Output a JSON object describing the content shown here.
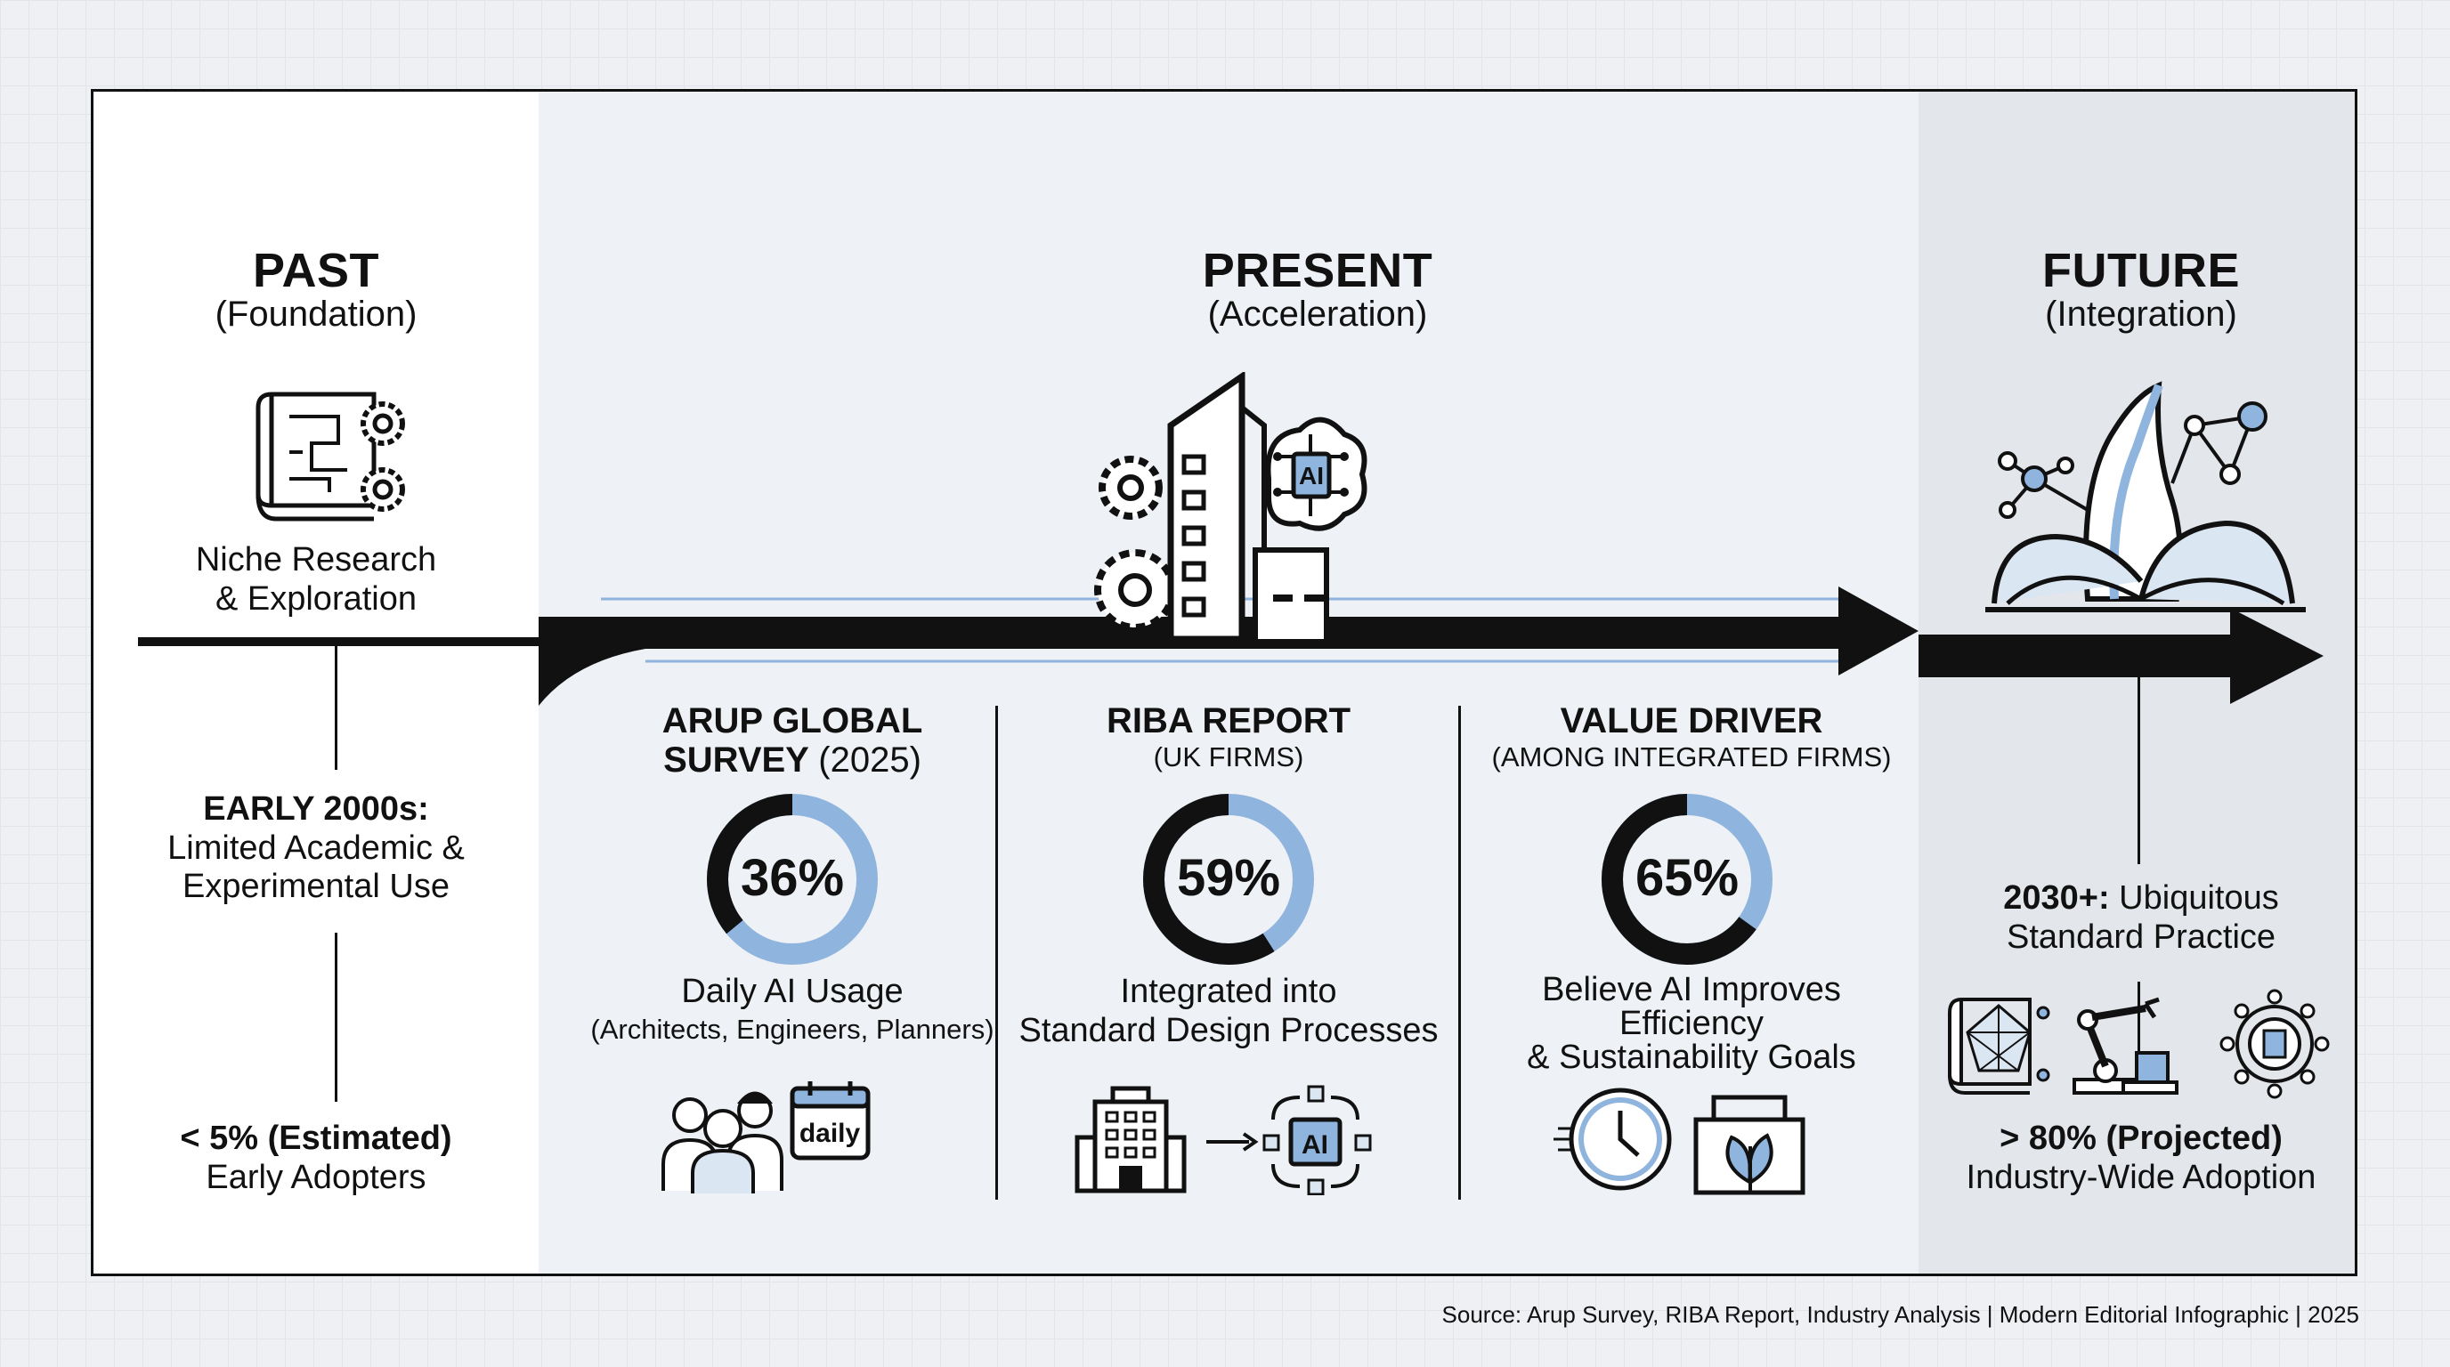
{
  "past": {
    "title": "PAST",
    "subtitle": "(Foundation)",
    "description": [
      "Niche Research",
      "& Exploration"
    ],
    "milestone_bold": "EARLY 2000s:",
    "milestone_lines": [
      "Limited Academic &",
      "Experimental Use"
    ],
    "stat_bold": "< 5% (Estimated)",
    "stat_label": "Early Adopters"
  },
  "present": {
    "title": "PRESENT",
    "subtitle": "(Acceleration)",
    "icon_badge": "AI",
    "stats": [
      {
        "heading_lines": [
          "ARUP GLOBAL",
          "SURVEY"
        ],
        "heading_suffix": "(2025)",
        "value": 36,
        "value_label": "36%",
        "caption": "Daily AI Usage",
        "caption_sub": "(Architects, Engineers, Planners)",
        "icon_text": "daily"
      },
      {
        "heading": "RIBA REPORT",
        "heading_sub": "(UK FIRMS)",
        "value": 59,
        "value_label": "59%",
        "caption_lines": [
          "Integrated into",
          "Standard Design Processes"
        ],
        "icon_text": "AI"
      },
      {
        "heading": "VALUE DRIVER",
        "heading_sub": "(AMONG INTEGRATED FIRMS)",
        "value": 65,
        "value_label": "65%",
        "caption_lines": [
          "Believe AI Improves",
          "Efficiency",
          "& Sustainability Goals"
        ]
      }
    ]
  },
  "future": {
    "title": "FUTURE",
    "subtitle": "(Integration)",
    "milestone_bold": "2030+:",
    "milestone_rest": " Ubiquitous",
    "milestone_line2": "Standard Practice",
    "stat_bold": "> 80% (Projected)",
    "stat_label": "Industry-Wide Adoption"
  },
  "colors": {
    "accent": "#8fb4de",
    "ink": "#111111"
  },
  "source": "Source: Arup Survey, RIBA Report, Industry Analysis | Modern Editorial Infographic | 2025"
}
